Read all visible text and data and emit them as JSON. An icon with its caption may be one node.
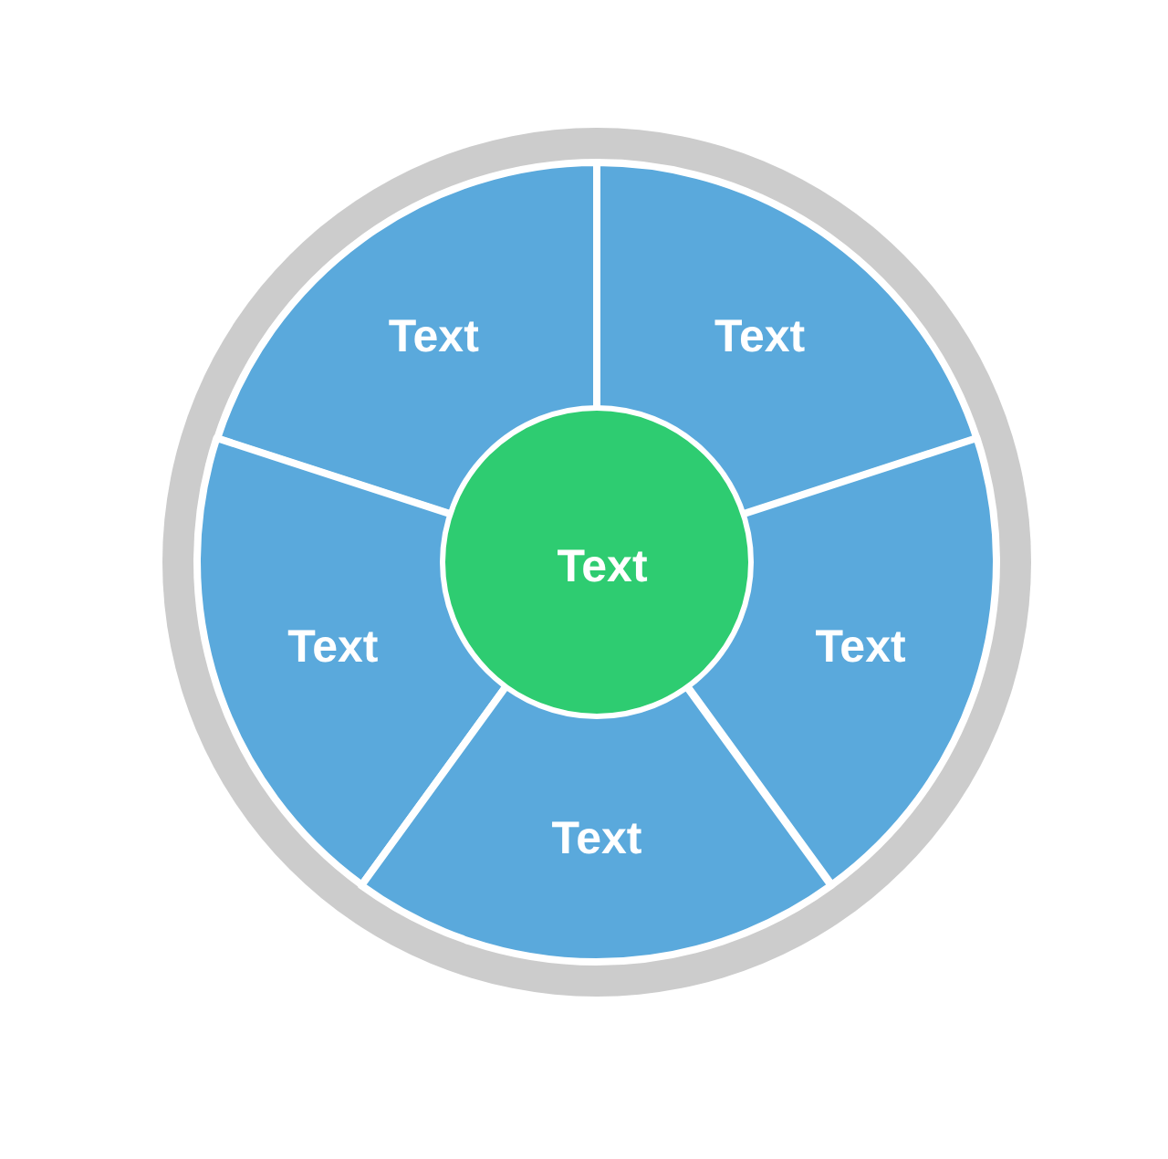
{
  "diagram": {
    "nodes": [
      {
        "text": [],
        "shape": "circle"
      },
      {
        "text": [
          "Text"
        ],
        "in": 0
      },
      {
        "text": [
          "Text"
        ],
        "in": 0
      },
      {
        "text": [
          "Text"
        ],
        "in": 0
      },
      {
        "text": [
          "Text"
        ],
        "in": 0
      },
      {
        "text": [
          "Text"
        ],
        "in": 0
      },
      {
        "text": [
          "Text"
        ],
        "in": 0
      }
    ],
    "edges": []
  }
}
